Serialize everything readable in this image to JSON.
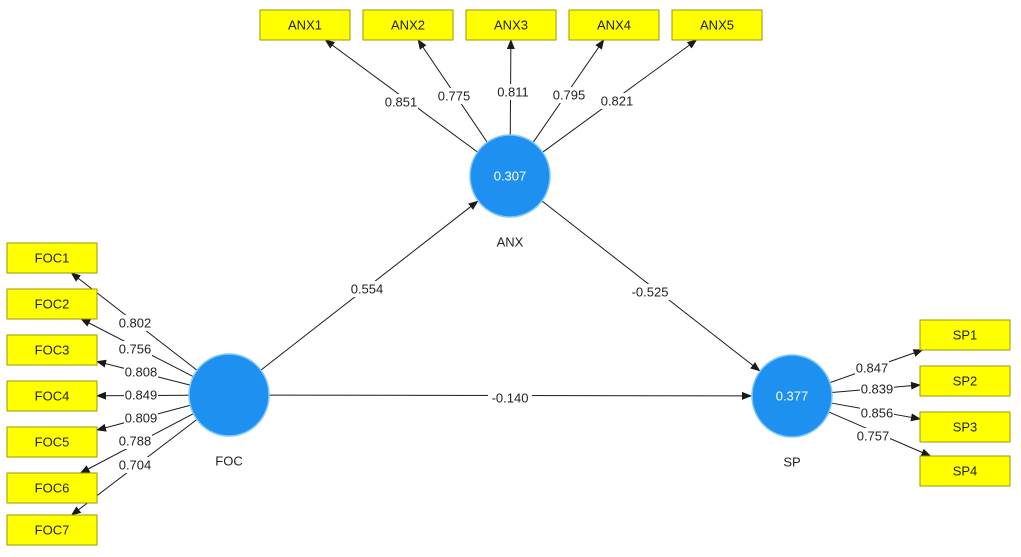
{
  "colors": {
    "indicator_fill": "#ffff00",
    "indicator_stroke": "#9a9a00",
    "construct_fill": "#1e90f0",
    "construct_stroke": "#7ec8ff",
    "arrow": "#1a1a1a"
  },
  "constructs": [
    {
      "id": "ANX",
      "label": "ANX",
      "r2": "0.307"
    },
    {
      "id": "FOC",
      "label": "FOC",
      "r2": ""
    },
    {
      "id": "SP",
      "label": "SP",
      "r2": "0.377"
    }
  ],
  "indicators": {
    "ANX": [
      {
        "label": "ANX1",
        "loading": "0.851"
      },
      {
        "label": "ANX2",
        "loading": "0.775"
      },
      {
        "label": "ANX3",
        "loading": "0.811"
      },
      {
        "label": "ANX4",
        "loading": "0.795"
      },
      {
        "label": "ANX5",
        "loading": "0.821"
      }
    ],
    "FOC": [
      {
        "label": "FOC1",
        "loading": "0.802"
      },
      {
        "label": "FOC2",
        "loading": "0.756"
      },
      {
        "label": "FOC3",
        "loading": "0.808"
      },
      {
        "label": "FOC4",
        "loading": "0.849"
      },
      {
        "label": "FOC5",
        "loading": "0.809"
      },
      {
        "label": "FOC6",
        "loading": "0.788"
      },
      {
        "label": "FOC7",
        "loading": "0.704"
      }
    ],
    "SP": [
      {
        "label": "SP1",
        "loading": "0.847"
      },
      {
        "label": "SP2",
        "loading": "0.839"
      },
      {
        "label": "SP3",
        "loading": "0.856"
      },
      {
        "label": "SP4",
        "loading": "0.757"
      }
    ]
  },
  "paths": [
    {
      "from": "FOC",
      "to": "ANX",
      "coef": "0.554"
    },
    {
      "from": "ANX",
      "to": "SP",
      "coef": "-0.525"
    },
    {
      "from": "FOC",
      "to": "SP",
      "coef": "-0.140"
    }
  ]
}
